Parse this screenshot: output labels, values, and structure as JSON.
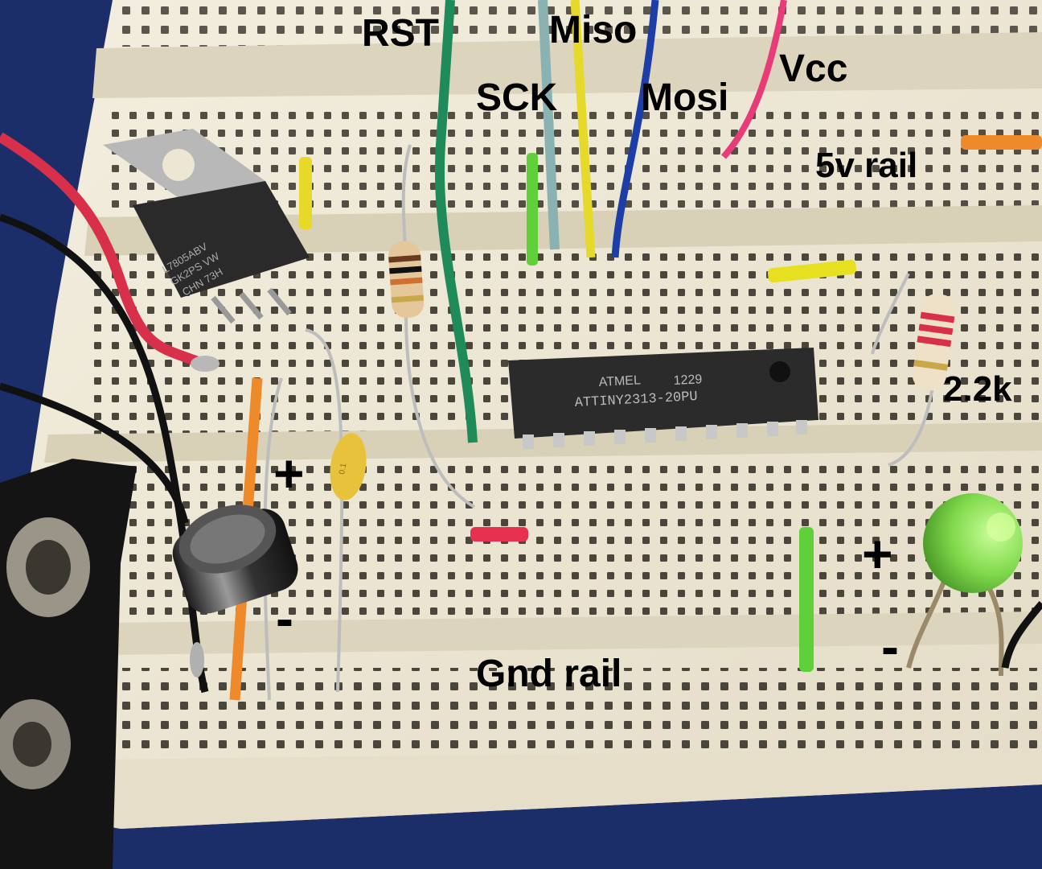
{
  "labels": {
    "rst": "RST",
    "miso": "Miso",
    "sck": "SCK",
    "mosi": "Mosi",
    "vcc": "Vcc",
    "rail_5v": "5v rail",
    "resistor_value": "2.2k",
    "gnd_rail": "Gnd rail"
  },
  "polarity": {
    "cap_plus": "+",
    "cap_minus": "-",
    "led_plus": "+",
    "led_minus": "-"
  },
  "chip": {
    "brand": "ATMEL",
    "date_code": "1229",
    "part": "ATTINY2313-20PU"
  },
  "regulator": {
    "line1": "L7805ABV",
    "line2": "GK2PS VW",
    "line3": "CHN 73H"
  },
  "capacitor": {
    "marking": "0.1"
  },
  "colors": {
    "breadboard": "#ece6d3",
    "hole": "#4a463e",
    "base_blue": "#1c2e6a",
    "wire_red": "#d8304a",
    "wire_green": "#1f8a5a",
    "wire_yellow": "#e6d92a",
    "wire_blue": "#1d3ea6",
    "wire_pink": "#e83c78",
    "wire_orange": "#ee8a2a",
    "wire_grey_blue": "#8ab2b2",
    "led_green": "#8fe05a"
  }
}
